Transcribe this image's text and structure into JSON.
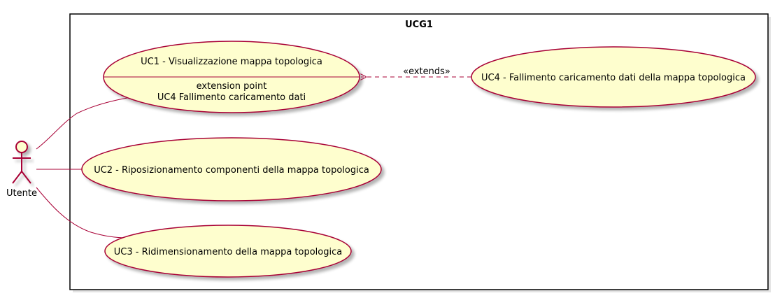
{
  "diagram": {
    "boundary_title": "UCG1",
    "actor": {
      "name": "Utente"
    },
    "use_cases": {
      "uc1": {
        "title": "UC1 - Visualizzazione mappa topologica",
        "ext_line1": "extension point",
        "ext_line2": "UC4 Fallimento caricamento dati"
      },
      "uc2": {
        "title": "UC2 - Riposizionamento componenti della mappa topologica"
      },
      "uc3": {
        "title": "UC3 - Ridimensionamento della mappa topologica"
      },
      "uc4": {
        "title": "UC4 - Fallimento caricamento dati della mappa topologica"
      }
    },
    "relation": {
      "label": "«extends»"
    },
    "colors": {
      "fill": "#FEFECE",
      "stroke": "#A80036",
      "boundary": "#000000",
      "shadow": "#C8C8C8"
    }
  }
}
